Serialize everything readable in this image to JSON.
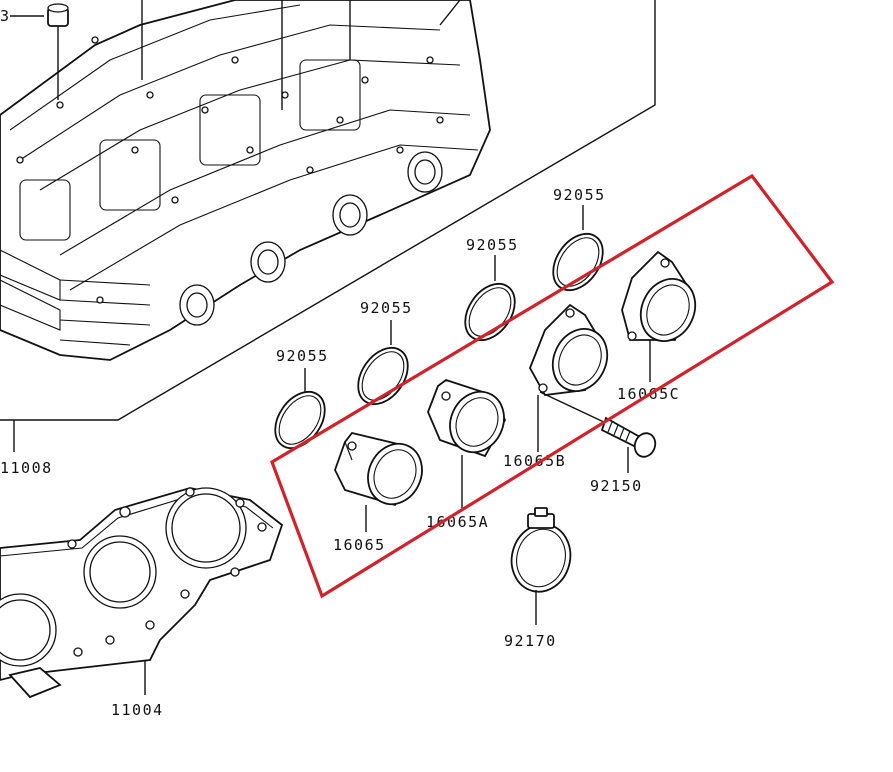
{
  "labels": {
    "partial_top_left": "3",
    "head_assembly": "11008",
    "gasket": "11004",
    "holder_std": "16065",
    "holder_a": "16065A",
    "holder_b": "16065B",
    "holder_c": "16065C",
    "oring_1": "92055",
    "oring_2": "92055",
    "oring_3": "92055",
    "oring_4": "92055",
    "bolt": "92150",
    "clamp": "92170"
  },
  "colors": {
    "highlight": "#d0222b",
    "line": "#111111",
    "background": "#ffffff"
  }
}
